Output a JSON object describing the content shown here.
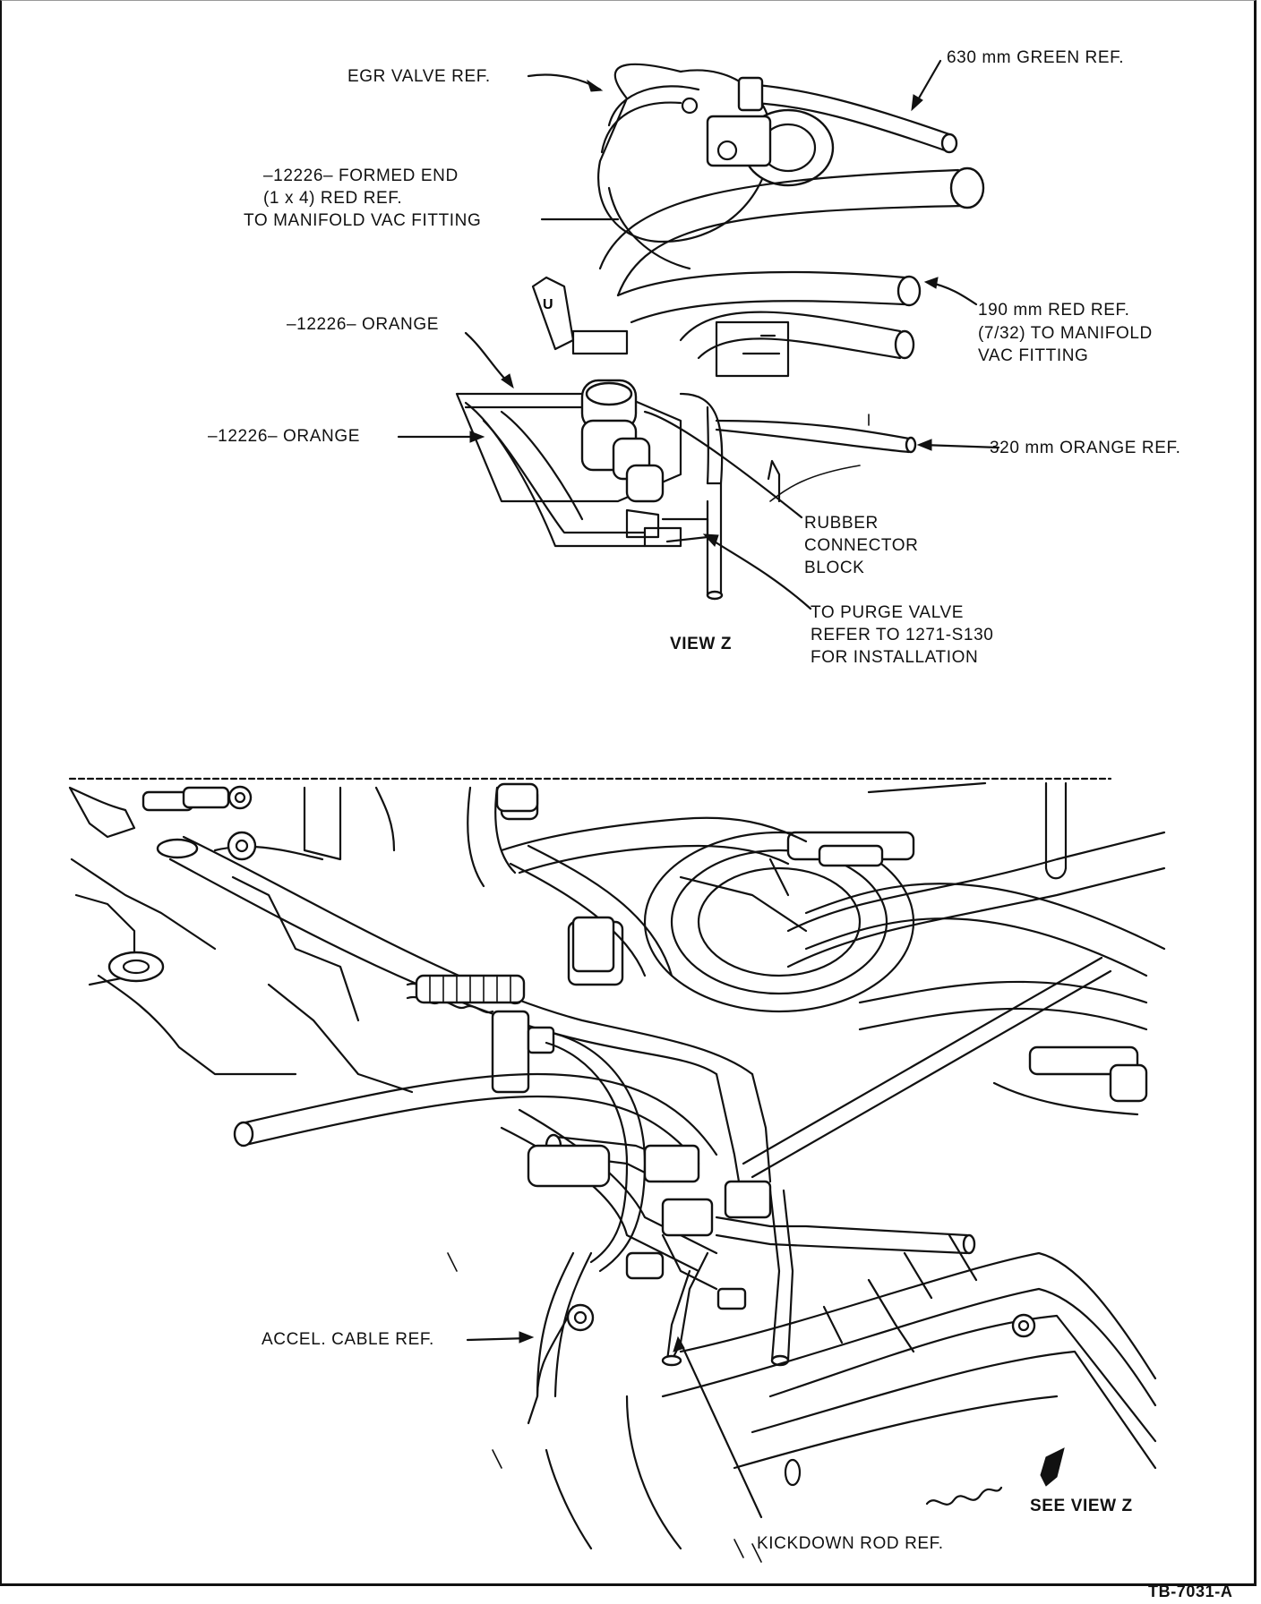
{
  "view_z": {
    "egr_valve_ref": "EGR VALVE REF.",
    "green_ref": "630 mm GREEN REF.",
    "formed_end": [
      "–12226– FORMED END",
      "(1 x 4) RED REF.",
      "TO MANIFOLD VAC FITTING"
    ],
    "red_190": [
      "190 mm RED REF.",
      "(7/32) TO MANIFOLD",
      "VAC FITTING"
    ],
    "orange_upper": "–12226– ORANGE",
    "orange_lower": "–12226– ORANGE",
    "orange_320": "320 mm ORANGE REF.",
    "rubber_block": [
      "RUBBER",
      "CONNECTOR",
      "BLOCK"
    ],
    "purge_valve": [
      "TO PURGE VALVE",
      "REFER TO 1271-S130",
      "FOR INSTALLATION"
    ],
    "title": "VIEW Z"
  },
  "engine_view": {
    "accel_cable": "ACCEL. CABLE REF.",
    "kickdown_rod": "KICKDOWN ROD REF.",
    "see_view_z": "SEE VIEW Z"
  },
  "figure_id": "TB-7031-A"
}
